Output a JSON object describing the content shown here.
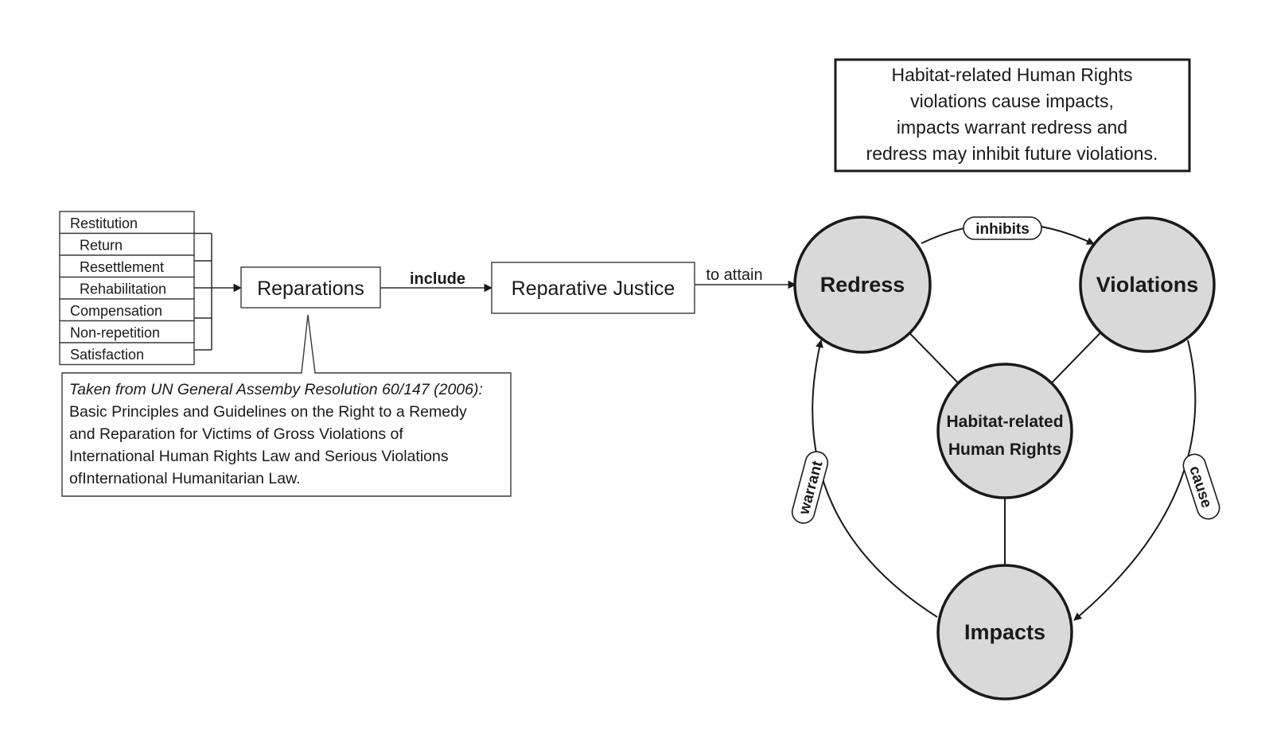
{
  "reparation_types": [
    "Restitution",
    "Return",
    "Resettlement",
    "Rehabilitation",
    "Compensation",
    "Non-repetition",
    "Satisfaction"
  ],
  "reparations_label": "Reparations",
  "include_label": "include",
  "reparative_justice_label": "Reparative Justice",
  "to_attain_label": "to attain",
  "callout": {
    "source_line": "Taken from UN General Assemby Resolution 60/147 (2006):",
    "body_lines": [
      "Basic Principles and Guidelines on the Right to a Remedy",
      "and Reparation for Victims of Gross Violations of",
      "International Human Rights Law and Serious Violations",
      "ofInternational Humanitarian Law."
    ]
  },
  "summary_lines": [
    "Habitat-related Human Rights",
    "violations cause impacts,",
    "impacts warrant redress and",
    "redress may inhibit future violations."
  ],
  "cycle": {
    "redress": "Redress",
    "violations": "Violations",
    "impacts": "Impacts",
    "center_lines": [
      "Habitat-related",
      "Human Rights"
    ],
    "inhibits": "inhibits",
    "cause": "cause",
    "warrant": "warrant"
  },
  "colors": {
    "circle_fill": "#d9d9d9",
    "stroke": "#1a1a1a",
    "background": "#ffffff"
  }
}
